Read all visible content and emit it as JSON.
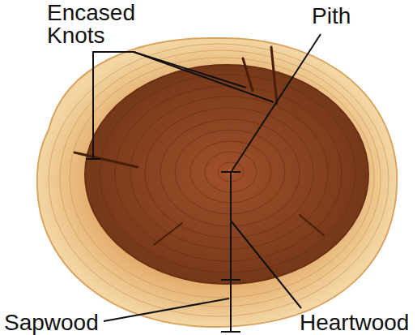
{
  "diagram": {
    "labels": [
      "Encased Knots",
      "Pith",
      "Sapwood",
      "Heartwood"
    ]
  }
}
